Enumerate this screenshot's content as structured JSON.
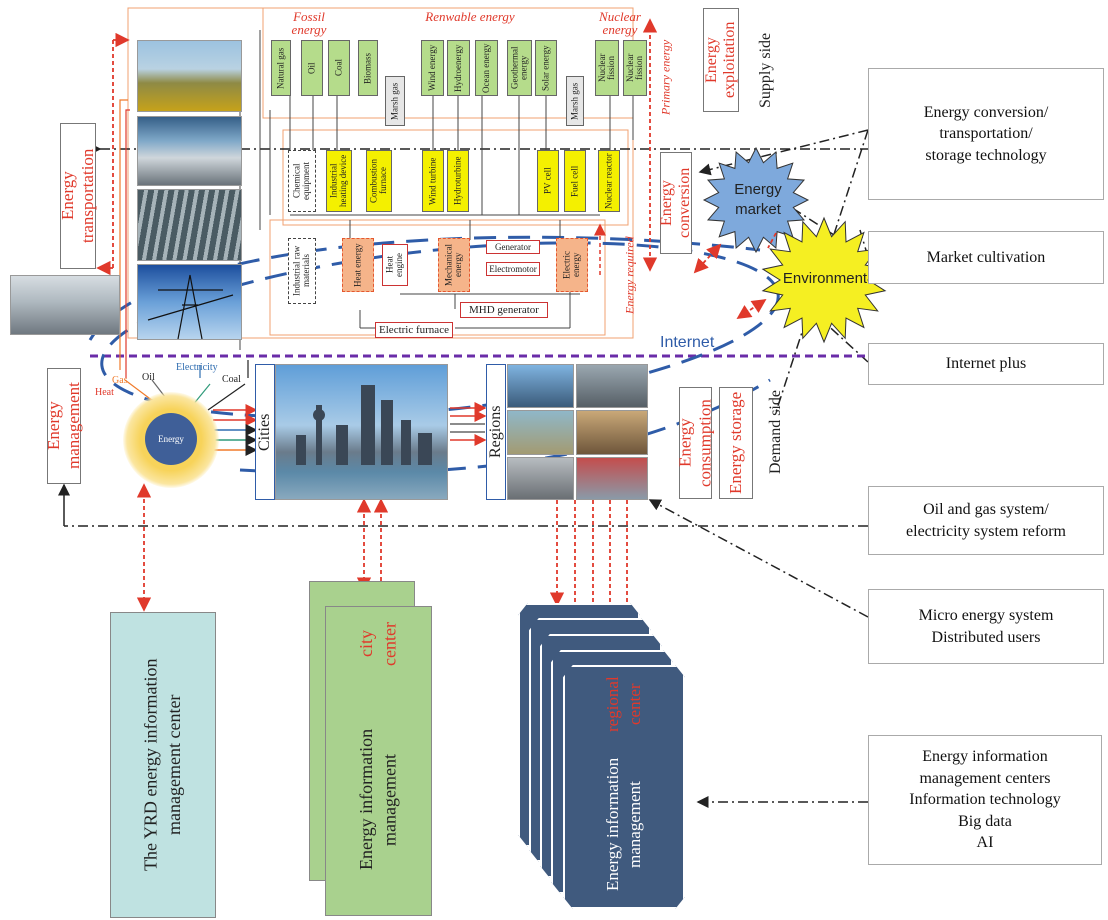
{
  "supply": {
    "fossil": "Fossil energy",
    "renewable": "Renwable energy",
    "nuclear": "Nuclear energy",
    "primary": "Primary energy",
    "exploitation": "Energy exploitation",
    "supply_side": "Supply side",
    "sources": [
      "Natural gas",
      "Oil",
      "Coal",
      "Biomass",
      "Marsh gas",
      "Wind energy",
      "Hydroenergy",
      "Ocean energy",
      "Geothermal energy",
      "Solar energy",
      "Marsh gas",
      "Nuclear fission",
      "Nuclear fission"
    ],
    "devices": [
      "Chemical equipment",
      "Industrial heating device",
      "Combustion furnace",
      "Wind turbine",
      "Hydroturbine",
      "PV cell",
      "Fuel cell",
      "Nuclear reactor"
    ],
    "conversion": [
      "Industrial raw materials",
      "Heat energy",
      "Heat engine",
      "Mechanical energy",
      "Generator",
      "Electromotor",
      "Electric energy",
      "MHD generator",
      "Electric furnace"
    ],
    "energy_required": "Energy required",
    "energy_conversion": "Energy conversion"
  },
  "left": {
    "transportation": "Energy transportation",
    "management": "Energy management",
    "flows": [
      "Gas",
      "Heat",
      "Oil",
      "Electricity",
      "Coal"
    ],
    "energy_sun": "Energy"
  },
  "mid": {
    "internet": "Internet",
    "cities": "Cities",
    "regions": "Regions",
    "energy_market": "Energy market",
    "environment": "Environment",
    "consumption": "Energy consumption",
    "storage": "Energy storage",
    "demand_side": "Demand side"
  },
  "right_labels": [
    "Energy conversion/\ntransportation/\nstorage technology",
    "Market cultivation",
    "Internet plus",
    "Oil and gas system/\nelectricity system reform",
    "Micro energy system\nDistributed users",
    "Energy information\nmanagement centers\nInformation technology\nBig data\nAI"
  ],
  "centers": {
    "yrd": "The YRD energy information management center",
    "city_main": "Energy information management",
    "city_red": "city center",
    "region_main": "Energy information management",
    "region_red": "regional center"
  },
  "colors": {
    "red": "#e0392b",
    "blue_dash": "#2f5ca8",
    "purple": "#6a2ca8",
    "navy": "#3f5679",
    "teal": "#b7e2e4",
    "green": "#b5dc8b",
    "yellow": "#f4f000"
  }
}
